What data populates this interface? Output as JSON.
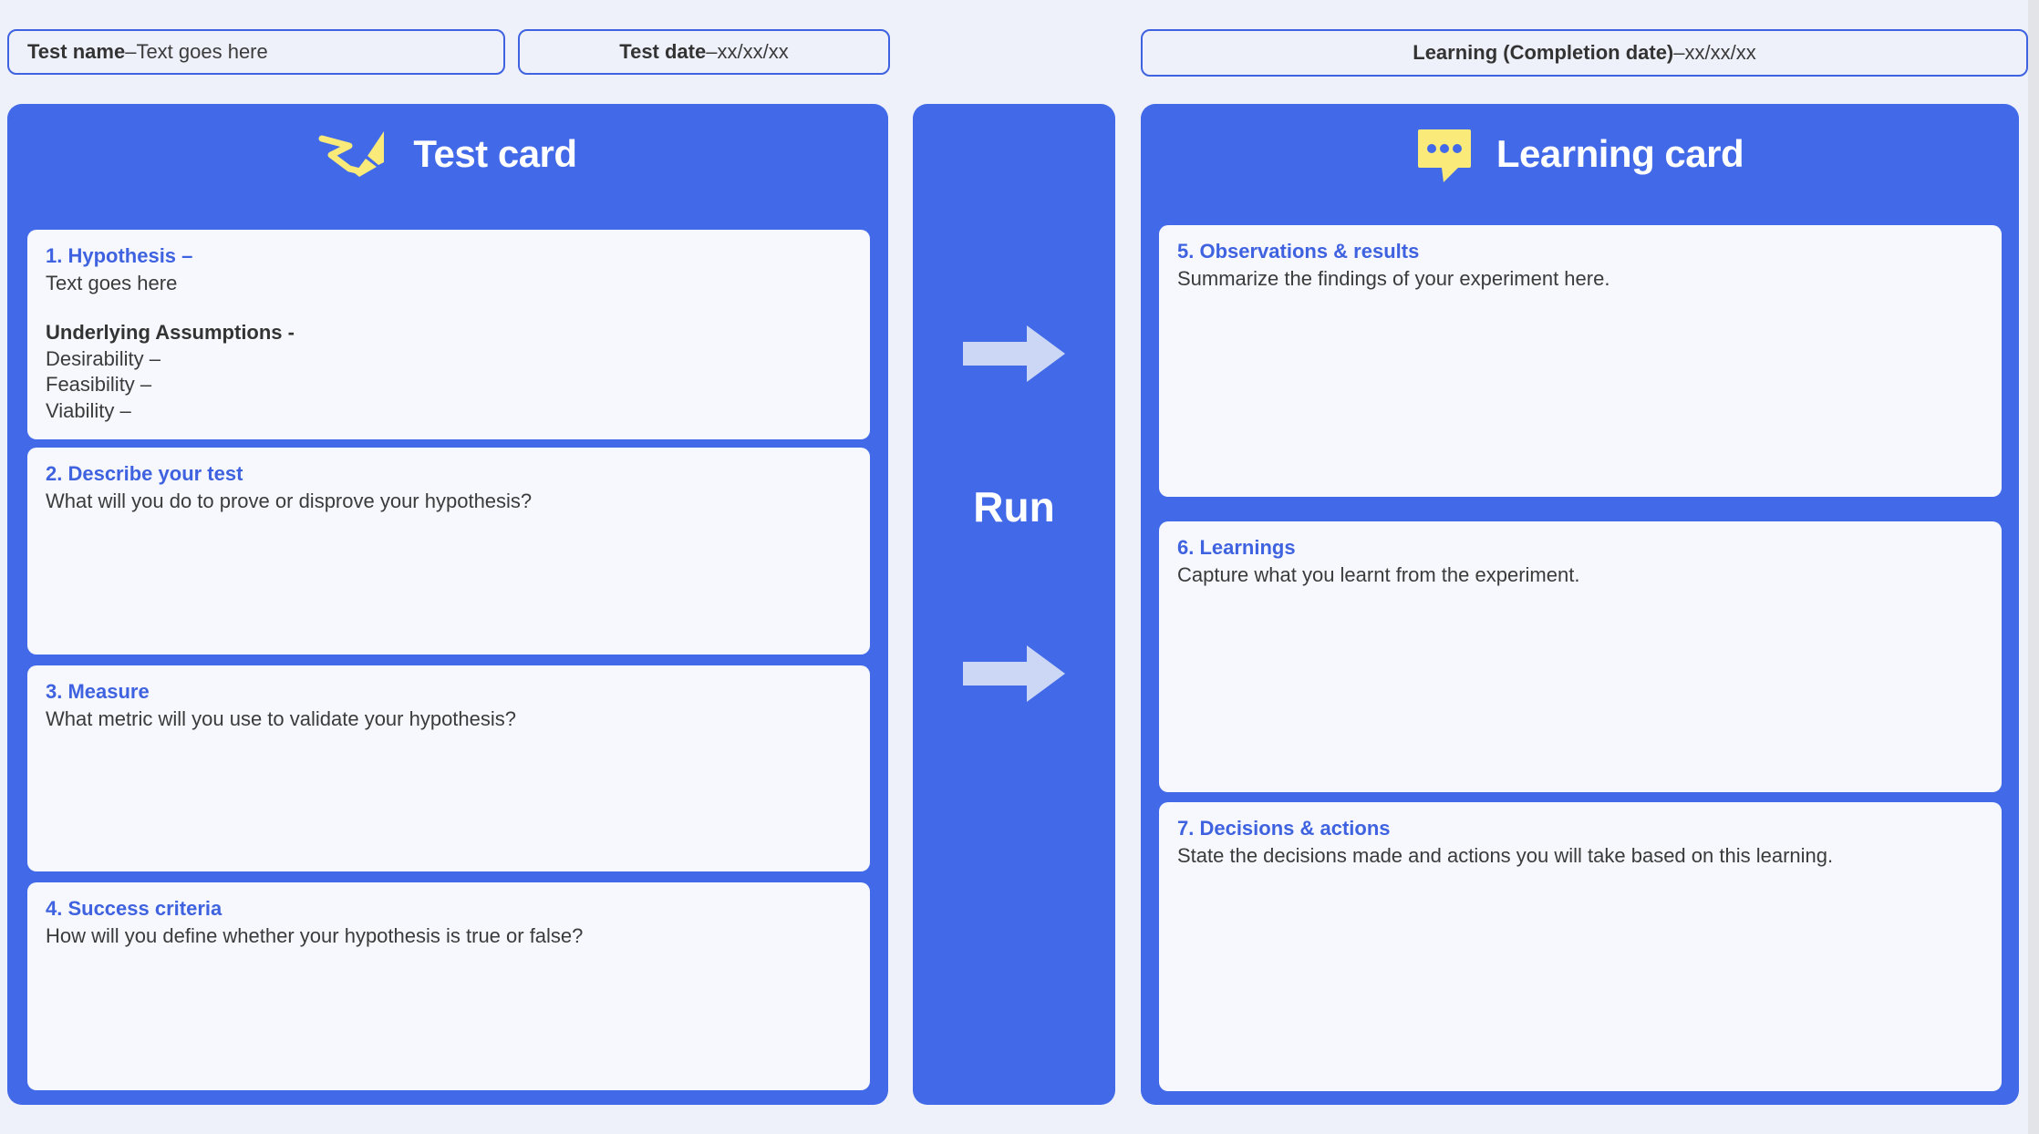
{
  "header": {
    "fields": [
      {
        "label": "Test name",
        "separator": " – ",
        "value": "Text goes here"
      },
      {
        "label": "Test date",
        "separator": "– ",
        "value": "xx/xx/xx"
      },
      {
        "label": "Learning (Completion date)",
        "separator": " – ",
        "value": "xx/xx/xx"
      }
    ]
  },
  "test_card": {
    "title": "Test card",
    "icon": "pencil-squiggle-icon",
    "accent_color": "#4169e8",
    "icon_color": "#f9ea7a",
    "panels": [
      {
        "title": "1.  Hypothesis –",
        "body": "Text goes here",
        "subhead": "Underlying Assumptions -",
        "lines": [
          "Desirability –",
          "Feasibility –",
          "Viability –"
        ]
      },
      {
        "title": "2. Describe your test",
        "body": "What will you do to prove or disprove your hypothesis?"
      },
      {
        "title": "3. Measure",
        "body": "What metric will you use to validate your hypothesis?"
      },
      {
        "title": "4. Success criteria",
        "body": "How will you define whether your hypothesis is true or false?"
      }
    ]
  },
  "run_column": {
    "label": "Run",
    "arrow_icon": "arrow-right-icon",
    "arrow_color": "#cbd7f5"
  },
  "learning_card": {
    "title": "Learning card",
    "icon": "speech-bubble-icon",
    "accent_color": "#4169e8",
    "icon_color": "#f9ea7a",
    "panels": [
      {
        "title": "5. Observations & results",
        "body": "Summarize the findings of your experiment here."
      },
      {
        "title": "6. Learnings",
        "body": "Capture what you learnt from the experiment."
      },
      {
        "title": "7. Decisions & actions",
        "body": "State the decisions made and actions you will take based on this learning."
      }
    ]
  }
}
